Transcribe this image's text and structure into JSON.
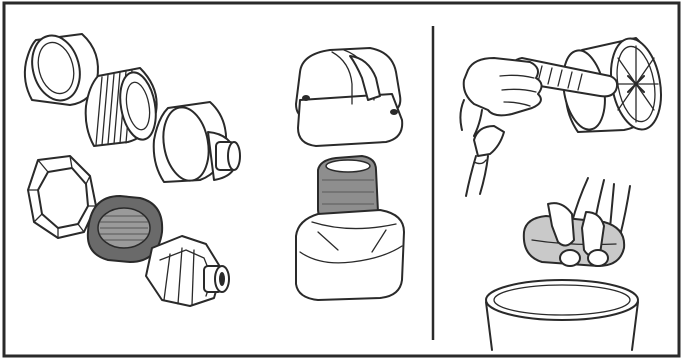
{
  "figure": {
    "panels": [
      {
        "id": "left",
        "content": "exploded-filter-parts-and-canister"
      },
      {
        "id": "right",
        "content": "filter-cleaning-steps"
      }
    ],
    "colors": {
      "line": "#2a2a2a",
      "background": "#ffffff",
      "filter_grey": "#8e8e8e",
      "filter_dark": "#6a6a6a"
    }
  }
}
